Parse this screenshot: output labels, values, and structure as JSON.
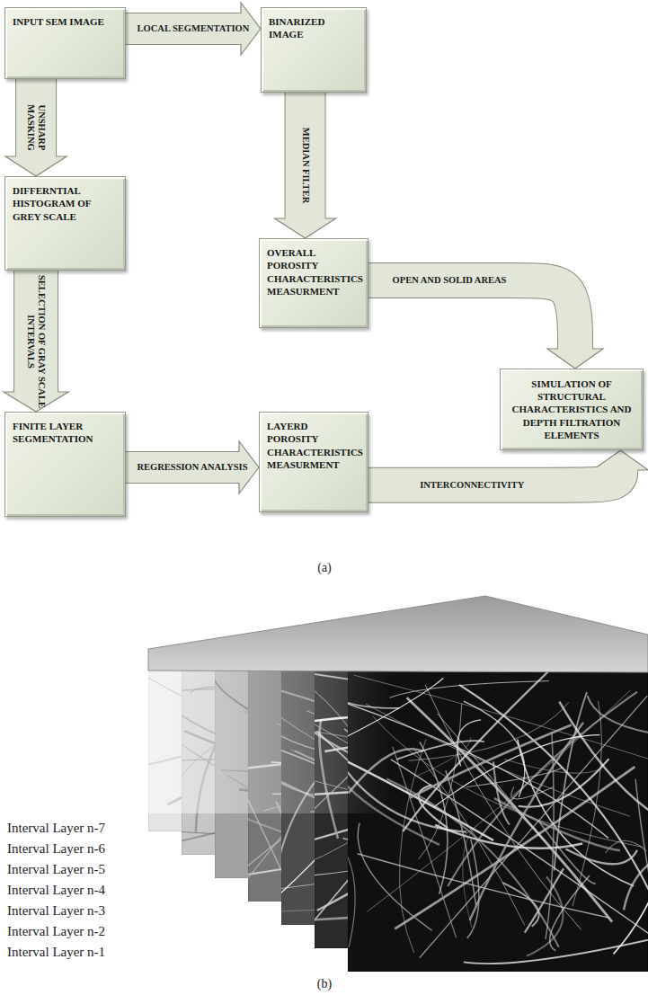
{
  "diagram": {
    "nodes": [
      {
        "text": [
          "INPUT SEM IMAGE"
        ]
      },
      {
        "text": [
          "BINARIZED IMAGE"
        ]
      },
      {
        "text": [
          "DIFFERNTIAL HISTOGRAM OF GREY SCALE"
        ]
      },
      {
        "text": [
          "OVERALL POROSITY CHARACTERISTICS MEASURMENT"
        ]
      },
      {
        "text": [
          "FINITE LAYER SEGMENTATION"
        ]
      },
      {
        "text": [
          "LAYERD POROSITY CHARACTERISTICS MEASURMENT"
        ]
      },
      {
        "text": [
          "SIMULATION OF STRUCTURAL CHARACTERISTICS AND DEPTH FILTRATION ELEMENTS"
        ]
      }
    ],
    "edges": [
      {
        "from": 0,
        "to": 1,
        "label": "LOCAL SEGMENTATION",
        "arrow": "to"
      },
      {
        "from": 0,
        "to": 2,
        "label": "UNSHARP MASKING",
        "arrow": "to"
      },
      {
        "from": 1,
        "to": 3,
        "label": "MEDIAN FILTER",
        "arrow": "to"
      },
      {
        "from": 2,
        "to": 4,
        "label": "SELECTION OF GRAY SCALE INTERVALS",
        "arrow": "to"
      },
      {
        "from": 4,
        "to": 5,
        "label": "REGRESSION ANALYSIS",
        "arrow": "to"
      },
      {
        "from": 3,
        "to": 6,
        "label": "OPEN AND SOLID AREAS",
        "arrow": "to"
      },
      {
        "from": 5,
        "to": 6,
        "label": "INTERCONNECTIVITY",
        "arrow": "to"
      }
    ],
    "labels": [
      "(a)",
      "Interval Layer n-7",
      "Interval Layer n-6",
      "Interval Layer n-5",
      "Interval Layer n-4",
      "Interval Layer n-3",
      "Interval Layer n-2",
      "Interval Layer n-1",
      "(b)"
    ]
  }
}
